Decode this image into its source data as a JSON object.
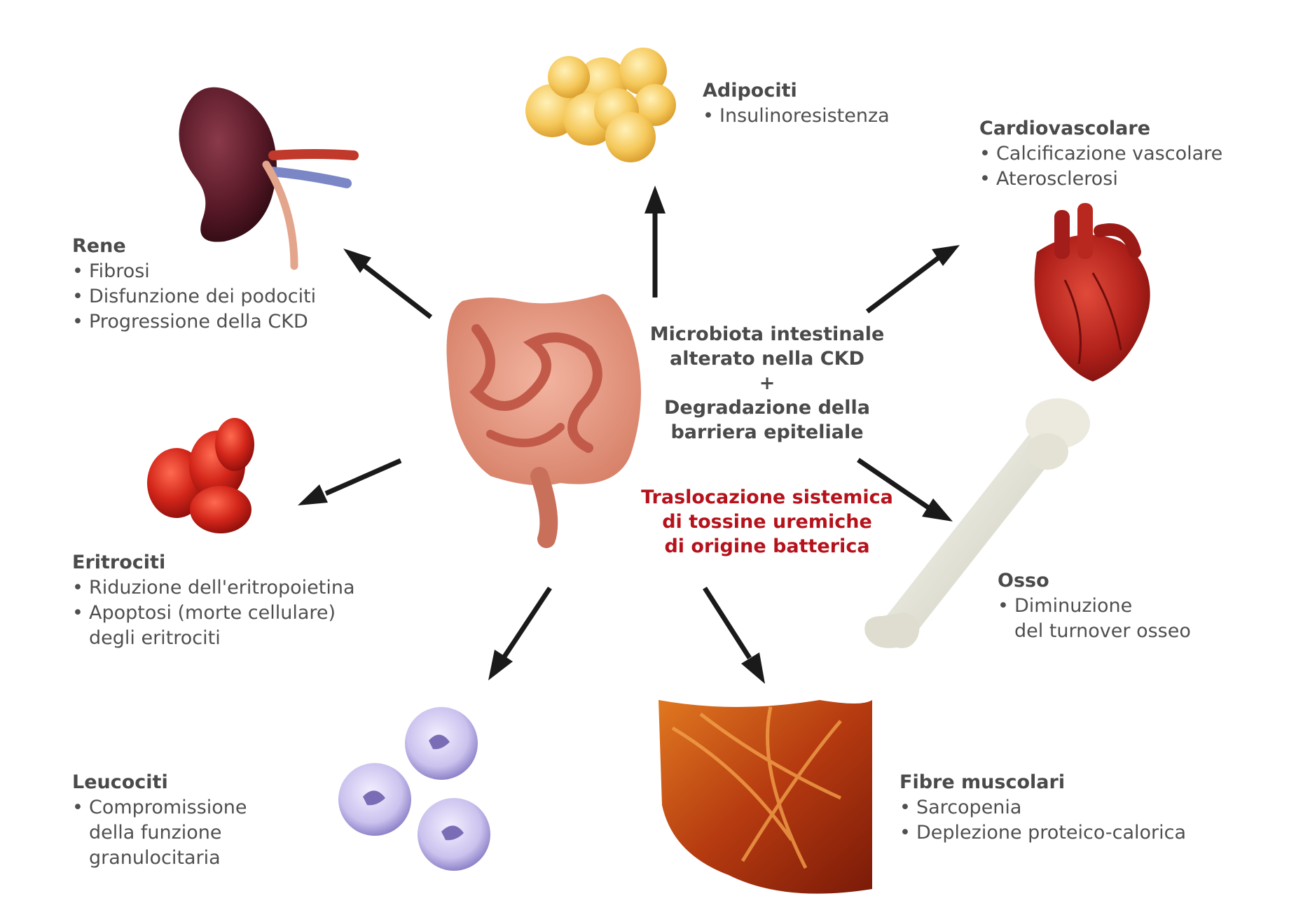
{
  "center": {
    "lines": [
      "Microbiota intestinale",
      "alterato nella CKD",
      "+",
      "Degradazione della",
      "barriera epiteliale"
    ],
    "red_lines": [
      "Traslocazione sistemica",
      "di tossine uremiche",
      "di origine batterica"
    ],
    "red_color": "#b5121b"
  },
  "organs": {
    "rene": {
      "title": "Rene",
      "items": [
        "Fibrosi",
        "Disfunzione dei podociti",
        "Progressione della CKD"
      ],
      "icon": "kidney-icon"
    },
    "adipociti": {
      "title": "Adipociti",
      "items": [
        "Insulinoresistenza"
      ],
      "icon": "fat-cells-icon"
    },
    "cardio": {
      "title": "Cardiovascolare",
      "items": [
        "Calcificazione vascolare",
        "Aterosclerosi"
      ],
      "icon": "heart-icon"
    },
    "eritrociti": {
      "title": "Eritrociti",
      "items": [
        [
          "Riduzione dell'eritropoietina"
        ],
        [
          "Apoptosi (morte cellulare)",
          "degli eritrociti"
        ]
      ],
      "icon": "red-blood-cells-icon"
    },
    "osso": {
      "title": "Osso",
      "items": [
        [
          "Diminuzione",
          "del turnover osseo"
        ]
      ],
      "icon": "bone-icon"
    },
    "leucociti": {
      "title": "Leucociti",
      "items": [
        [
          "Compromissione",
          "della funzione",
          "granulocitaria"
        ]
      ],
      "icon": "white-blood-cells-icon"
    },
    "muscolo": {
      "title": "Fibre muscolari",
      "items": [
        "Sarcopenia",
        "Deplezione proteico-calorica"
      ],
      "icon": "muscle-fibers-icon"
    }
  },
  "central_icon": "intestine-icon",
  "bullet": "•"
}
